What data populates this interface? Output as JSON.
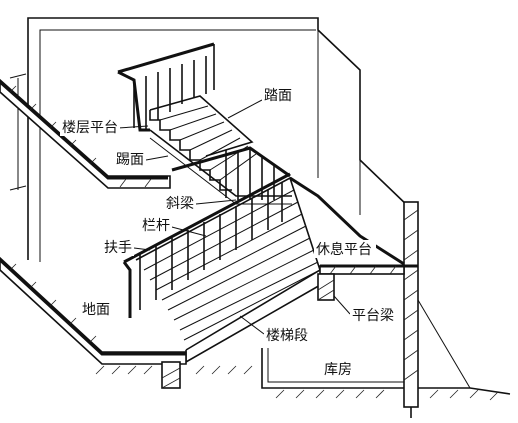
{
  "labels": {
    "tread": "踏面",
    "floor_landing": "楼层平台",
    "riser": "踢面",
    "stringer": "斜梁",
    "baluster": "栏杆",
    "handrail": "扶手",
    "rest_landing": "休息平台",
    "ground": "地面",
    "landing_beam": "平台梁",
    "stair_flight": "楼梯段",
    "storage_room": "库房"
  }
}
